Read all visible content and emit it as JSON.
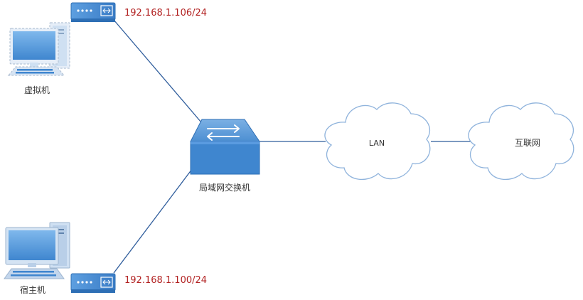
{
  "nodes": {
    "vm": {
      "label": "虚拟机"
    },
    "host": {
      "label": "宿主机"
    },
    "switch": {
      "label": "局域网交换机"
    },
    "lan": {
      "label": "LAN"
    },
    "internet": {
      "label": "互联网"
    }
  },
  "addresses": {
    "vm_ip": "192.168.1.106/24",
    "host_ip": "192.168.1.100/24"
  },
  "colors": {
    "link": "#2f5d9c",
    "device_fill": "#4a90d9",
    "device_edge": "#2e6fb5",
    "cloud_edge": "#8fb3dc",
    "ip_text": "#b22222"
  },
  "icons": {
    "vm": "virtual-computer-icon",
    "host": "computer-icon",
    "nic_vm": "network-adapter-icon",
    "nic_host": "network-adapter-icon",
    "switch": "switch-icon",
    "lan": "cloud-icon",
    "internet": "cloud-icon"
  }
}
